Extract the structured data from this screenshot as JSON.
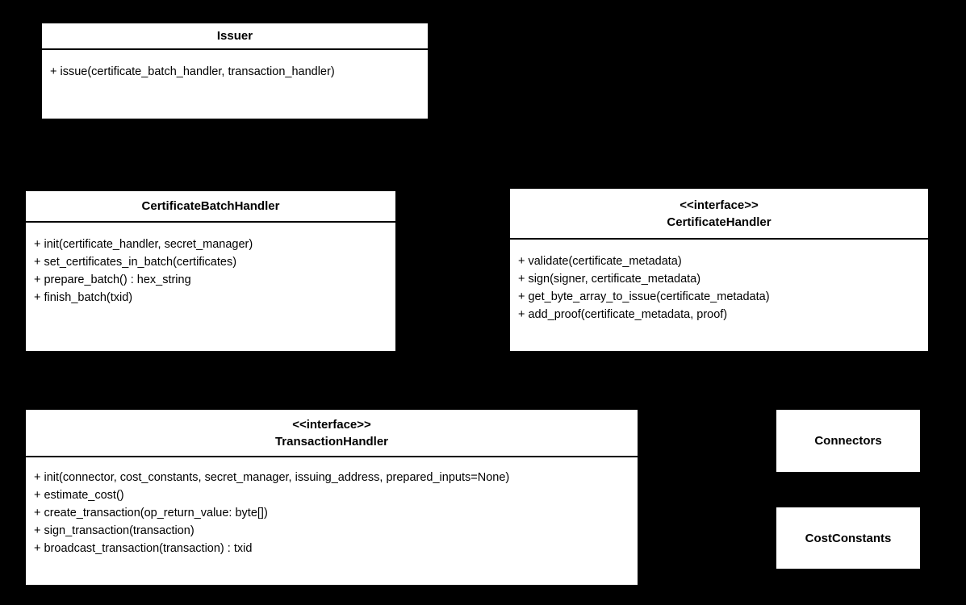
{
  "diagram": {
    "type": "uml-class-diagram",
    "background_color": "#000000",
    "box_fill_color": "#ffffff",
    "text_color": "#000000",
    "classes": [
      {
        "id": "issuer",
        "stereotype": "",
        "name": "Issuer",
        "members": [
          "+ issue(certificate_batch_handler, transaction_handler)"
        ]
      },
      {
        "id": "certificate-batch-handler",
        "stereotype": "",
        "name": "CertificateBatchHandler",
        "members": [
          "+ init(certificate_handler, secret_manager)",
          "+ set_certificates_in_batch(certificates)",
          "+ prepare_batch() : hex_string",
          "+ finish_batch(txid)"
        ]
      },
      {
        "id": "certificate-handler",
        "stereotype": "<<interface>>",
        "name": "CertificateHandler",
        "members": [
          "+ validate(certificate_metadata)",
          "+ sign(signer, certificate_metadata)",
          "+ get_byte_array_to_issue(certificate_metadata)",
          "+ add_proof(certificate_metadata, proof)"
        ]
      },
      {
        "id": "transaction-handler",
        "stereotype": "<<interface>>",
        "name": "TransactionHandler",
        "members": [
          "+ init(connector, cost_constants, secret_manager, issuing_address, prepared_inputs=None)",
          "+ estimate_cost()",
          "+ create_transaction(op_return_value: byte[])",
          "+ sign_transaction(transaction)",
          "+ broadcast_transaction(transaction) : txid"
        ]
      },
      {
        "id": "connectors",
        "stereotype": "",
        "name": "Connectors",
        "members": []
      },
      {
        "id": "cost-constants",
        "stereotype": "",
        "name": "CostConstants",
        "members": []
      }
    ]
  }
}
